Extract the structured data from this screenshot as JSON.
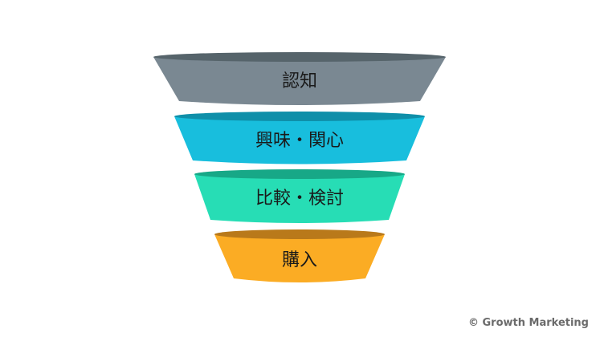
{
  "funnel": {
    "stages": [
      {
        "label": "認知",
        "color": "#7a8892",
        "rim_color": "#56646b"
      },
      {
        "label": "興味・関心",
        "color": "#18bedd",
        "rim_color": "#0f8fa9"
      },
      {
        "label": "比較・検討",
        "color": "#27ddb5",
        "rim_color": "#17a887"
      },
      {
        "label": "購入",
        "color": "#fbac24",
        "rim_color": "#b9791a"
      }
    ]
  },
  "credit": {
    "text": "© Growth Marketing"
  }
}
